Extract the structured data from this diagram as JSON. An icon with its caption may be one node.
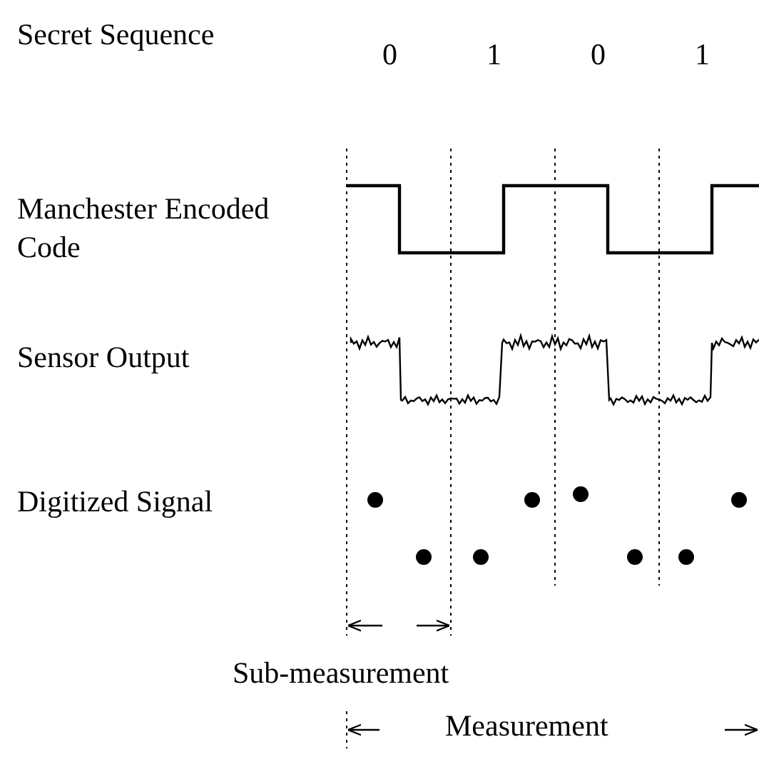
{
  "diagram": {
    "labels": [
      "Secret Sequence",
      "0",
      "1",
      "0",
      "1",
      "Manchester Encoded Code",
      "Sensor Output",
      "Digitized Signal",
      "Sub-measurement",
      "Measurement"
    ]
  }
}
